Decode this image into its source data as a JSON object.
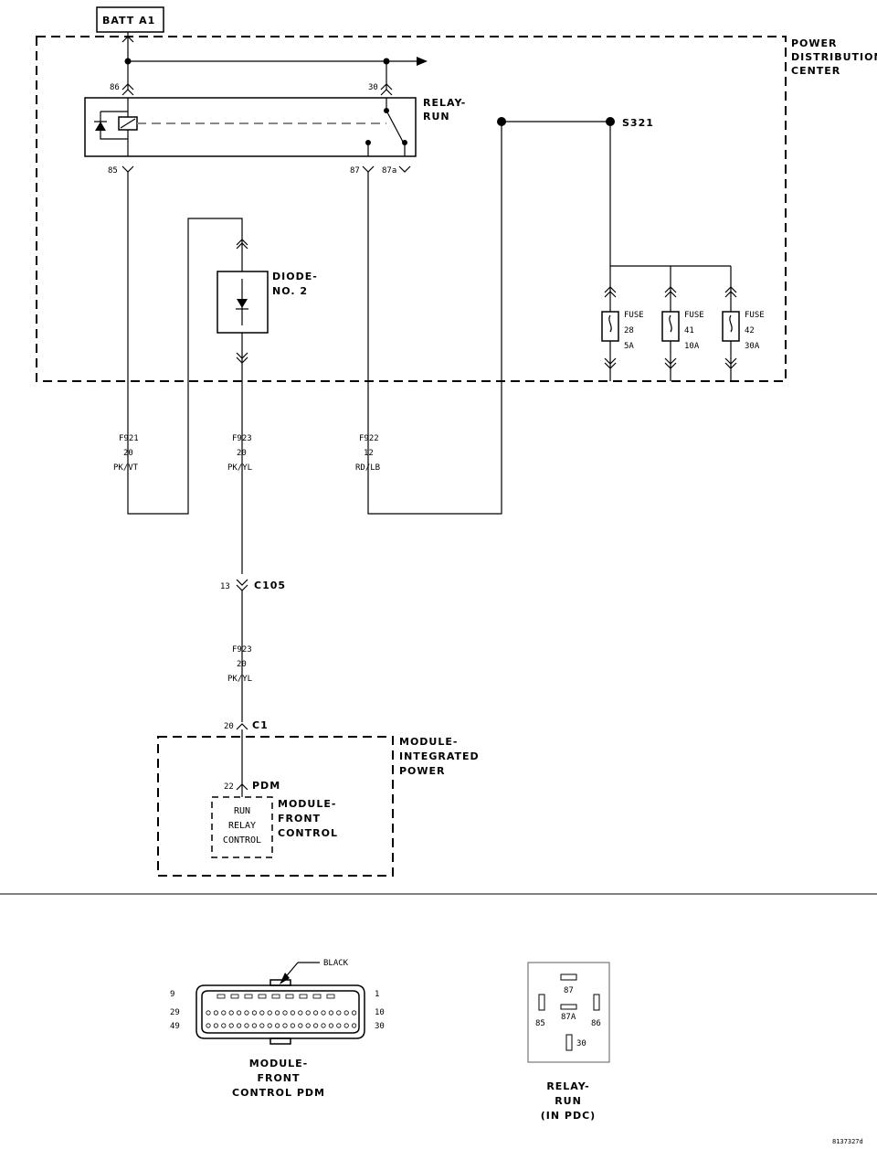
{
  "batt": {
    "label": "BATT A1"
  },
  "pdc": {
    "line1": "POWER",
    "line2": "DISTRIBUTION",
    "line3": "CENTER"
  },
  "relay": {
    "title1": "RELAY-",
    "title2": "RUN",
    "pin86": "86",
    "pin30": "30",
    "pin85": "85",
    "pin87": "87",
    "pin87a": "87a"
  },
  "splice": {
    "label": "S321"
  },
  "diode": {
    "line1": "DIODE-",
    "line2": "NO. 2"
  },
  "fuses": [
    {
      "label": "FUSE",
      "num": "28",
      "amp": "5A"
    },
    {
      "label": "FUSE",
      "num": "41",
      "amp": "10A"
    },
    {
      "label": "FUSE",
      "num": "42",
      "amp": "30A"
    }
  ],
  "wires": {
    "f921": {
      "circuit": "F921",
      "gauge": "20",
      "color": "PK/VT"
    },
    "f923": {
      "circuit": "F923",
      "gauge": "20",
      "color": "PK/YL"
    },
    "f922": {
      "circuit": "F922",
      "gauge": "12",
      "color": "RD/LB"
    },
    "f923b": {
      "circuit": "F923",
      "gauge": "20",
      "color": "PK/YL"
    }
  },
  "c105": {
    "pin": "13",
    "label": "C105"
  },
  "c1": {
    "pin": "20",
    "label": "C1"
  },
  "pdm": {
    "pin": "22",
    "label": "PDM"
  },
  "mip": {
    "line1": "MODULE-",
    "line2": "INTEGRATED",
    "line3": "POWER"
  },
  "fcm": {
    "line1": "MODULE-",
    "line2": "FRONT",
    "line3": "CONTROL"
  },
  "rrc": {
    "line1": "RUN",
    "line2": "RELAY",
    "line3": "CONTROL"
  },
  "connector": {
    "color_label": "BLACK",
    "pins_left": [
      "9",
      "29",
      "49"
    ],
    "pins_right": [
      "1",
      "10",
      "30"
    ],
    "title1": "MODULE-",
    "title2": "FRONT",
    "title3": "CONTROL PDM"
  },
  "relay_view": {
    "p87": "87",
    "p87a": "87A",
    "p85": "85",
    "p86": "86",
    "p30": "30",
    "title1": "RELAY-",
    "title2": "RUN",
    "title3": "(IN PDC)"
  },
  "figure_id": "8137327d"
}
